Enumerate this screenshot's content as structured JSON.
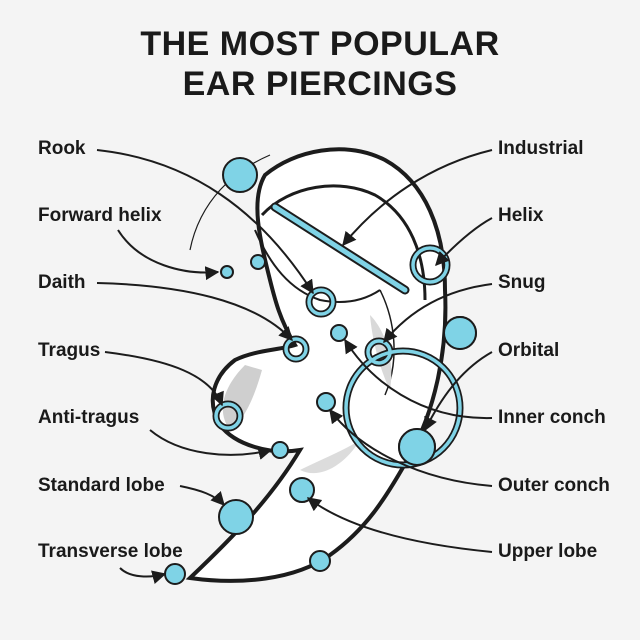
{
  "title": {
    "line1": "THE MOST POPULAR",
    "line2": "EAR PIERCINGS"
  },
  "colors": {
    "accent": "#7fd3e6",
    "accent_dark": "#1c1c1c",
    "background": "#f4f4f4",
    "shadow": "#cfcfcf"
  },
  "labels_left": [
    {
      "id": "rook",
      "text": "Rook"
    },
    {
      "id": "forward-helix",
      "text": "Forward helix"
    },
    {
      "id": "daith",
      "text": "Daith"
    },
    {
      "id": "tragus",
      "text": "Tragus"
    },
    {
      "id": "anti-tragus",
      "text": "Anti-tragus"
    },
    {
      "id": "standard-lobe",
      "text": "Standard lobe"
    },
    {
      "id": "transverse-lobe",
      "text": "Transverse lobe"
    }
  ],
  "labels_right": [
    {
      "id": "industrial",
      "text": "Industrial"
    },
    {
      "id": "helix",
      "text": "Helix"
    },
    {
      "id": "snug",
      "text": "Snug"
    },
    {
      "id": "orbital",
      "text": "Orbital"
    },
    {
      "id": "inner-conch",
      "text": "Inner conch"
    },
    {
      "id": "outer-conch",
      "text": "Outer conch"
    },
    {
      "id": "upper-lobe",
      "text": "Upper lobe"
    }
  ]
}
